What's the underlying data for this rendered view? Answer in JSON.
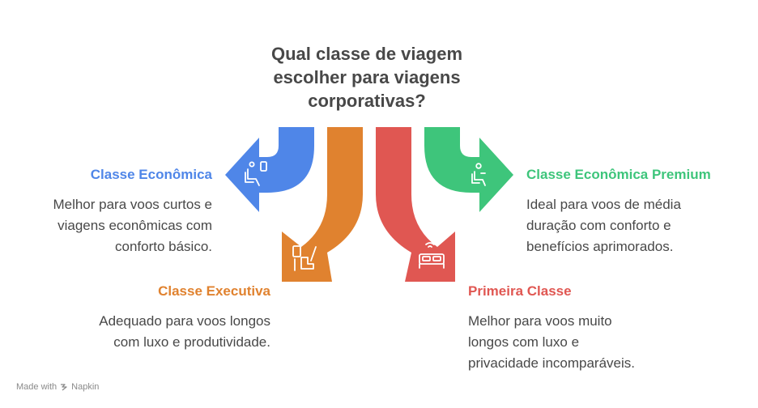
{
  "title_lines": [
    "Qual classe de viagem",
    "escolher para viagens",
    "corporativas?"
  ],
  "options": [
    {
      "title": "Classe Econômica",
      "desc_lines": [
        "Melhor para voos curtos e",
        "viagens econômicas com",
        "conforto básico."
      ],
      "color": "#4f86e8",
      "icon": "economy-seat-icon"
    },
    {
      "title": "Classe Executiva",
      "desc_lines": [
        "Adequado para voos longos",
        "com luxo e produtividade."
      ],
      "color": "#e0822f",
      "icon": "business-seat-icon"
    },
    {
      "title": "Primeira Classe",
      "desc_lines": [
        "Melhor para voos muito",
        "longos com luxo e",
        "privacidade incomparáveis."
      ],
      "color": "#e05752",
      "icon": "flat-bed-icon"
    },
    {
      "title": "Classe Econômica Premium",
      "desc_lines": [
        "Ideal para voos de média",
        "duração com conforto e",
        "benefícios aprimorados."
      ],
      "color": "#3ec57b",
      "icon": "premium-seat-icon"
    }
  ],
  "footer": {
    "made_with": "Made with",
    "brand": "Napkin"
  }
}
